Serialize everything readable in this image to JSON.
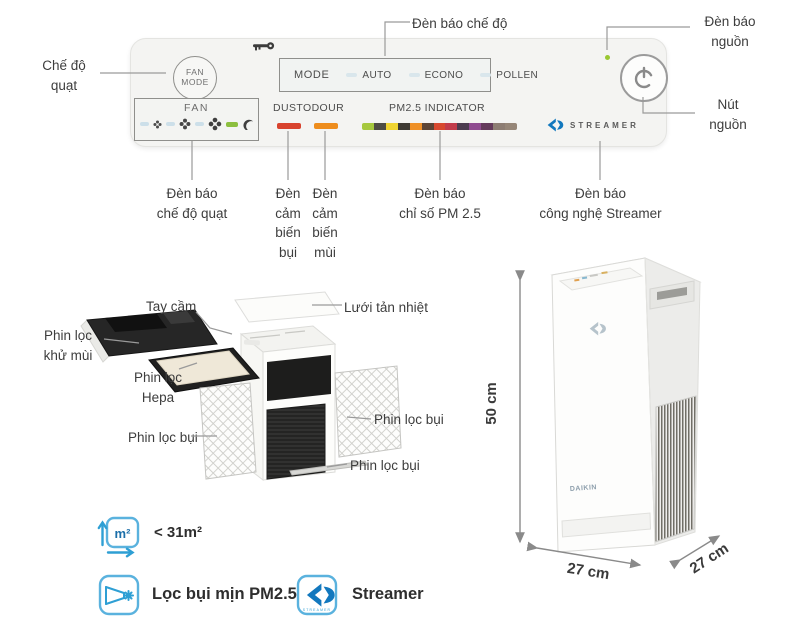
{
  "panel": {
    "fan_mode_button": {
      "line1": "FAN",
      "line2": "MODE"
    },
    "mode_label": "MODE",
    "mode_options": [
      "AUTO",
      "ECONO",
      "POLLEN"
    ],
    "fan_label": "FAN",
    "dust_label": "DUST",
    "odour_label": "ODOUR",
    "pm25_label": "PM2.5  INDICATOR",
    "streamer_text": "STREAMER",
    "pm25_strip_colors": [
      "#a6c83e",
      "#4e4c44",
      "#f0d431",
      "#3e3a33",
      "#ef9026",
      "#5c4435",
      "#d8492f",
      "#c23c4c",
      "#4c3c50",
      "#8f4b90",
      "#643a5b",
      "#8d7d73",
      "#968678"
    ],
    "dust_bar_color": "#d8432e",
    "odour_bar_color": "#ee8d1d",
    "fan_led_colors": [
      "#ccdfe9",
      "#ccdfe9",
      "#ccdfe9",
      "#8cbf3f"
    ],
    "mode_led_color": "#d9e6ec",
    "power_led_color": "#9ac832"
  },
  "callouts": {
    "fan_mode_label": "Chế độ\nquạt",
    "mode_indicator_label": "Đèn báo chế độ",
    "power_indicator_label": "Đèn báo\nnguồn",
    "power_button_label": "Nút\nnguồn",
    "fan_indicator_label": "Đèn báo\nchế độ quạt",
    "dust_sensor_label": "Đèn\ncảm\nbiến\nbụi",
    "odour_sensor_label": "Đèn\ncảm\nbiến\nmùi",
    "pm25_indicator_label": "Đèn báo\nchỉ số PM 2.5",
    "streamer_indicator_label": "Đèn báo\ncông nghệ Streamer"
  },
  "exploded": {
    "handle_label": "Tay cầm",
    "heat_grille_label": "Lưới tản nhiệt",
    "deodorizing_filter_label": "Phin lọc\nkhử mùi",
    "hepa_filter_label": "Phin lọc\nHepa",
    "dust_filter_left_label": "Phin lọc bụi",
    "dust_filter_right_label": "Phin lọc bụi",
    "dust_filter_bottom_label": "Phin lọc bụi"
  },
  "product": {
    "height_label": "50 cm",
    "width_label": "27 cm",
    "depth_label": "27 cm",
    "brand": "DAIKIN"
  },
  "features": {
    "area_icon_text": "m²",
    "area_value": "< 31m²",
    "pm25_feature_label": "Lọc bụi mịn PM2.5",
    "streamer_feature_label": "Streamer",
    "streamer_icon_caption": "STREAMER"
  },
  "icons": {
    "key_icon": "child-lock-key",
    "power_icon": "power-symbol",
    "fan_icons": "pinwheel",
    "quiet_icon": "crescent-moon",
    "area_icon": "square-meter-arrows",
    "filter_icon": "fine-dust-funnel",
    "streamer_icon": "streamer-chevron"
  },
  "accent_colors": {
    "icon_blue": "#3aa0d4",
    "logo_blue": "#1278be",
    "line_gray": "#9a9a9a"
  }
}
